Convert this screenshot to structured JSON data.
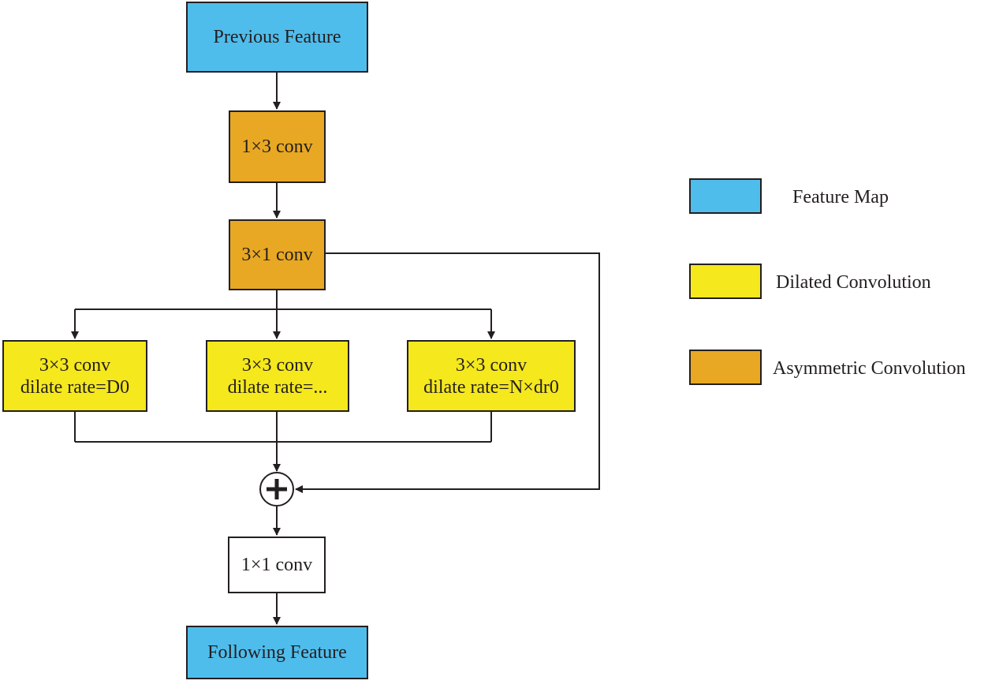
{
  "colors": {
    "feature_map": "#4fbdec",
    "dilated_convolution": "#f5e81c",
    "asymmetric_convolution": "#e8a823",
    "plain": "#ffffff",
    "line": "#231f20"
  },
  "nodes": {
    "previous_feature": {
      "label": "Previous Feature"
    },
    "conv_1x3": {
      "label": "1×3 conv"
    },
    "conv_3x1": {
      "label": "3×1 conv"
    },
    "dilated_left": {
      "line1": "3×3 conv",
      "line2": "dilate rate=D0"
    },
    "dilated_middle": {
      "line1": "3×3 conv",
      "line2": "dilate rate=..."
    },
    "dilated_right": {
      "line1": "3×3 conv",
      "line2": "dilate rate=N×dr0"
    },
    "sum_node": {
      "symbol": "+"
    },
    "conv_1x1": {
      "label": "1×1 conv"
    },
    "following_feature": {
      "label": "Following Feature"
    }
  },
  "legend": {
    "items": [
      {
        "label": "Feature Map",
        "color_key": "feature_map"
      },
      {
        "label": "Dilated Convolution",
        "color_key": "dilated_convolution"
      },
      {
        "label": "Asymmetric Convolution",
        "color_key": "asymmetric_convolution"
      }
    ]
  }
}
